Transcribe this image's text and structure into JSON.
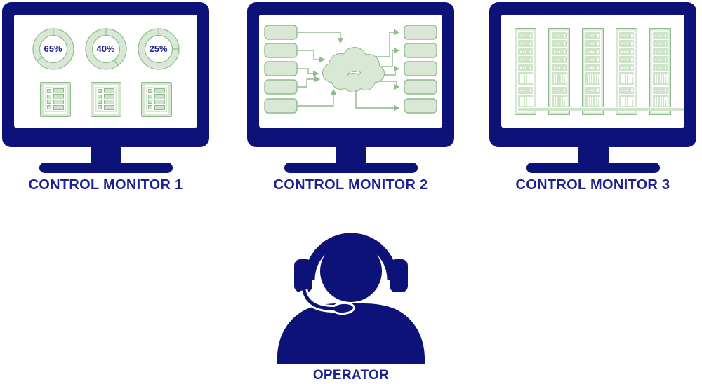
{
  "palette": {
    "navy": "#0c1277",
    "label_text": "#1d2190",
    "green_stroke": "#8fbb8f",
    "green_light": "#d9e8d4",
    "green_mid": "#cfe3c9",
    "screen_bg": "#ffffff"
  },
  "monitors": [
    {
      "label": "CONTROL MONITOR 1",
      "gauges": [
        {
          "label": "65%",
          "value": 65
        },
        {
          "label": "40%",
          "value": 40
        },
        {
          "label": "25%",
          "value": 25
        }
      ],
      "checklists": {
        "count": 3,
        "rows": 4
      }
    },
    {
      "label": "CONTROL MONITOR 2",
      "diagram": {
        "hub": "cloud",
        "left_nodes": 5,
        "right_nodes": 5
      }
    },
    {
      "label": "CONTROL MONITOR 3",
      "racks": {
        "count": 5,
        "units": [
          "led",
          "led",
          "led",
          "led",
          "led",
          "vent",
          "led",
          "vent",
          "base"
        ]
      }
    }
  ],
  "operator": {
    "label": "OPERATOR"
  },
  "chart_data": {
    "type": "pie",
    "title": "Control monitor 1 gauges",
    "labels": [
      "65%",
      "40%",
      "25%"
    ],
    "values": [
      65,
      40,
      25
    ]
  }
}
